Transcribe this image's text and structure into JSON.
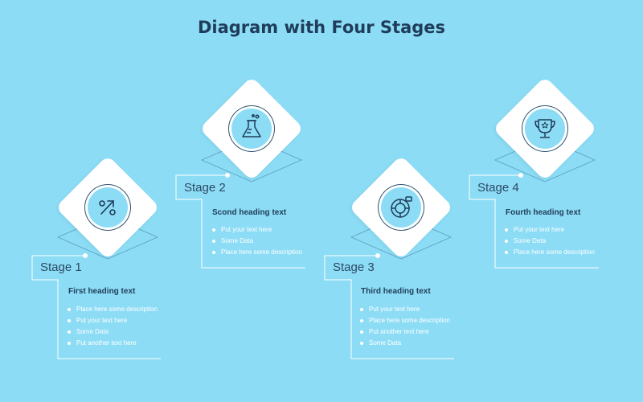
{
  "title": "Diagram with Four Stages",
  "colors": {
    "background": "#8ddcf5",
    "line": "#ffffff",
    "dark": "#1f3d5a",
    "diamond": "#ffffff"
  },
  "stages": [
    {
      "label": "Stage 1",
      "icon": "percent-icon",
      "heading": "First heading text",
      "items": [
        "Place here some description",
        "Put your text here",
        "Some Data",
        "Put another text here"
      ]
    },
    {
      "label": "Stage 2",
      "icon": "flask-icon",
      "heading": "Scond heading text",
      "items": [
        "Put your text here",
        "Some Data",
        "Place here some description"
      ]
    },
    {
      "label": "Stage 3",
      "icon": "cycle-icon",
      "heading": "Third heading text",
      "items": [
        "Put your text here",
        "Place here some description",
        "Put another text here",
        "Some Data"
      ]
    },
    {
      "label": "Stage 4",
      "icon": "trophy-icon",
      "heading": "Fourth heading text",
      "items": [
        "Put your text here",
        "Some Data",
        "Place here some description"
      ]
    }
  ]
}
